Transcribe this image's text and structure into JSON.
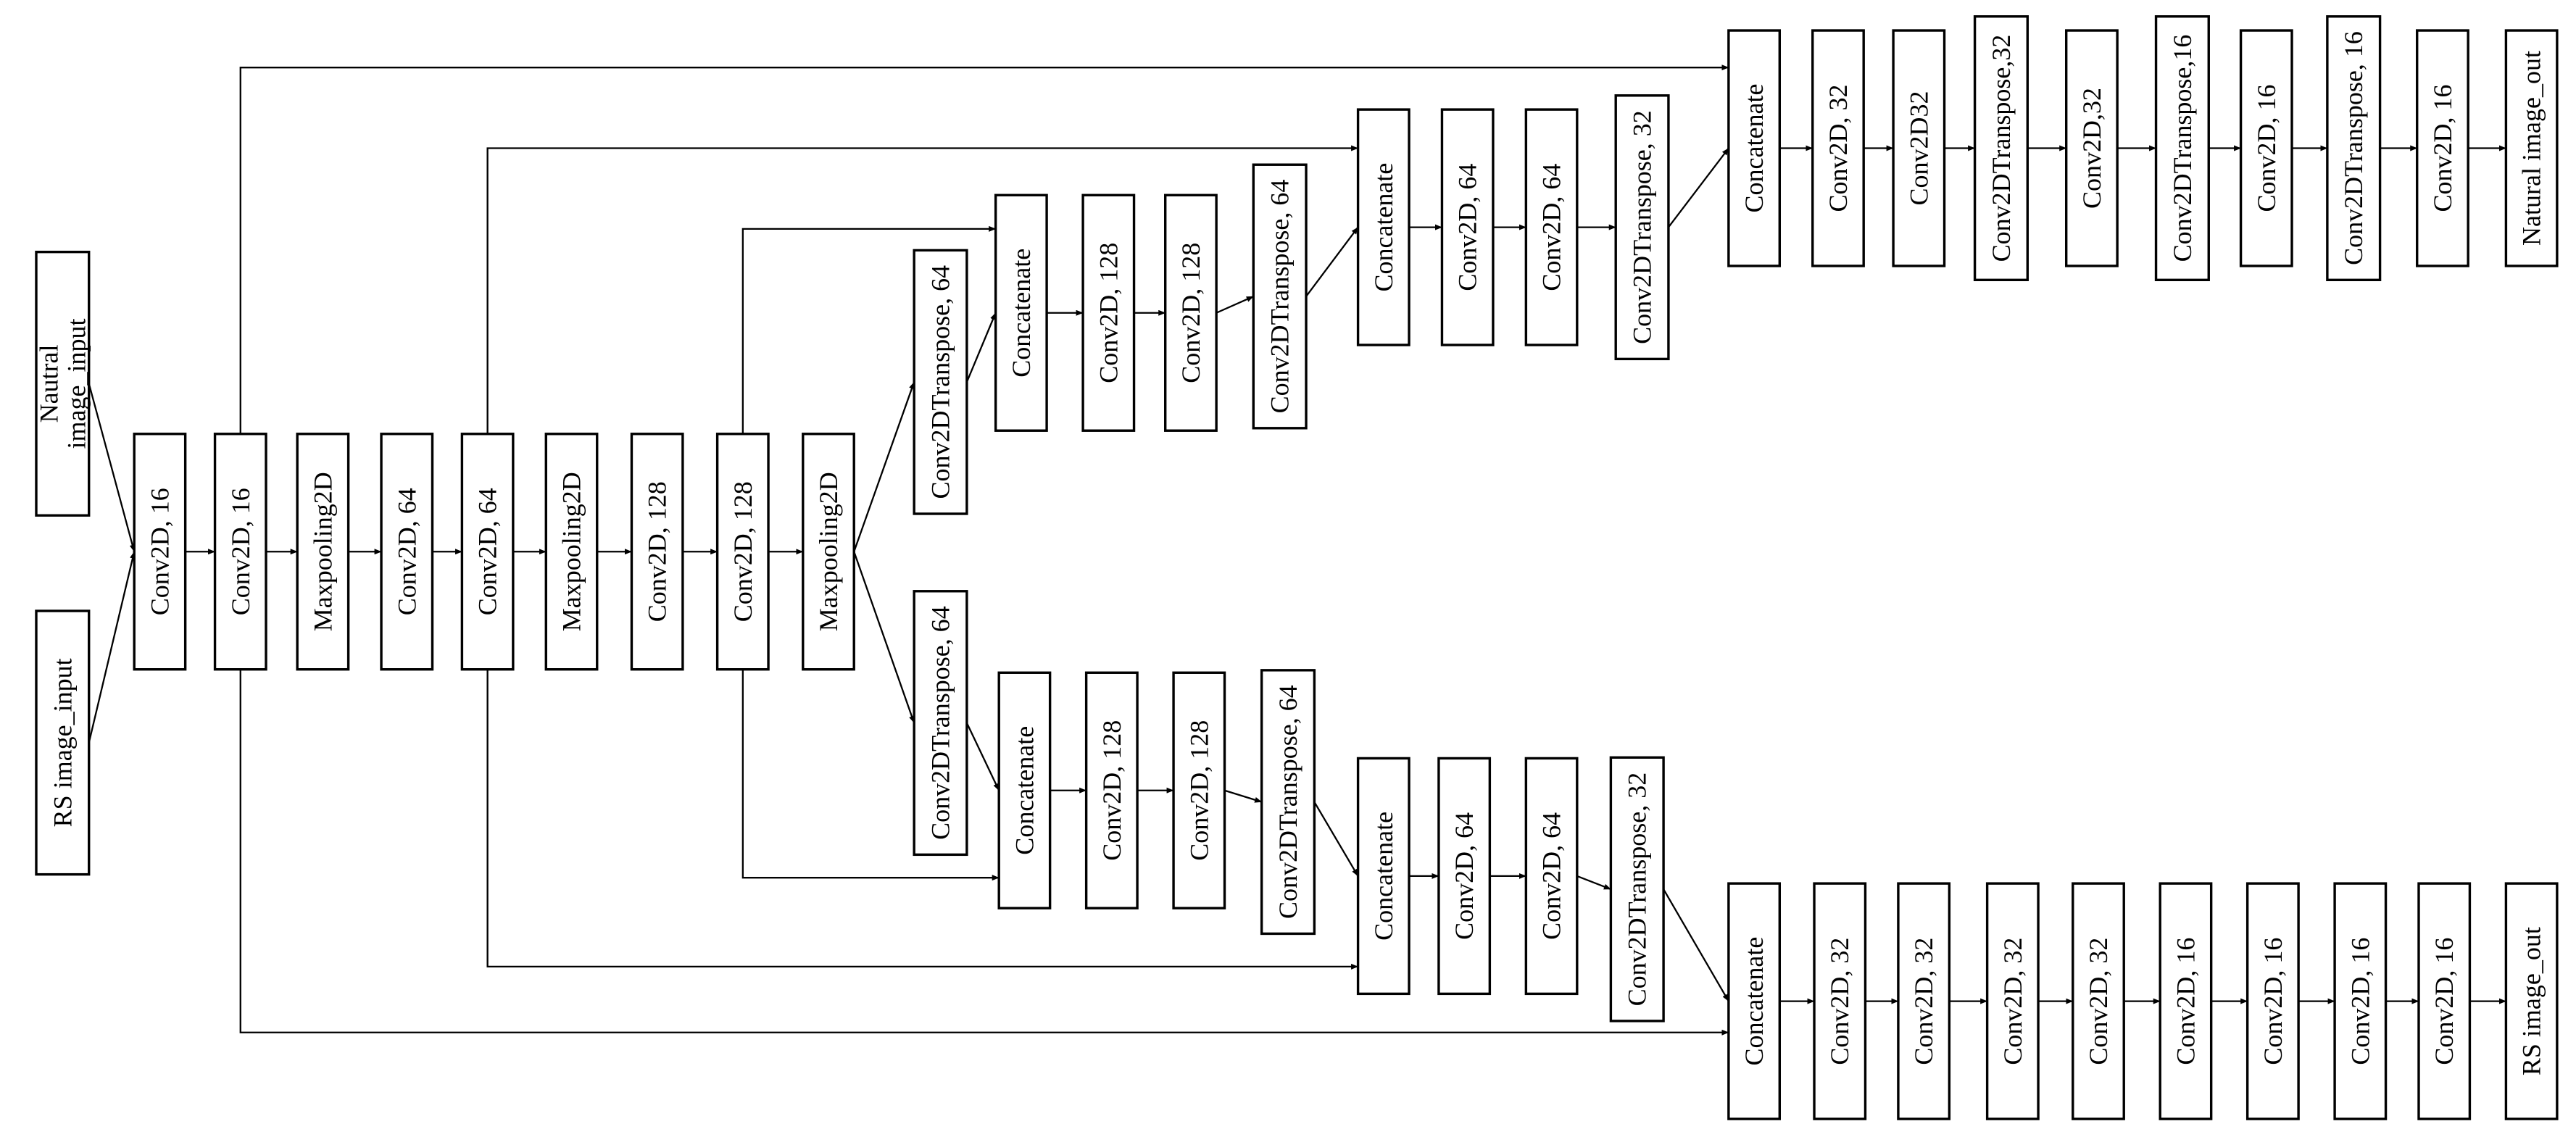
{
  "diagram": {
    "nodes": [
      {
        "id": "n_in_nat",
        "label": "Nautral\nimage_input"
      },
      {
        "id": "n_in_rs",
        "label": "RS image_input"
      },
      {
        "id": "e1",
        "label": "Conv2D, 16"
      },
      {
        "id": "e2",
        "label": "Conv2D, 16"
      },
      {
        "id": "e3",
        "label": "Maxpooling2D"
      },
      {
        "id": "e4",
        "label": "Conv2D, 64"
      },
      {
        "id": "e5",
        "label": "Conv2D, 64"
      },
      {
        "id": "e6",
        "label": "Maxpooling2D"
      },
      {
        "id": "e7",
        "label": "Conv2D, 128"
      },
      {
        "id": "e8",
        "label": "Conv2D, 128"
      },
      {
        "id": "e9",
        "label": "Maxpooling2D"
      },
      {
        "id": "u1",
        "label": "Conv2DTranspose, 64"
      },
      {
        "id": "u2",
        "label": "Concatenate"
      },
      {
        "id": "u3",
        "label": "Conv2D, 128"
      },
      {
        "id": "u4",
        "label": "Conv2D, 128"
      },
      {
        "id": "u5",
        "label": "Conv2DTranspose, 64"
      },
      {
        "id": "u6",
        "label": "Concatenate"
      },
      {
        "id": "u7",
        "label": "Conv2D, 64"
      },
      {
        "id": "u8",
        "label": "Conv2D, 64"
      },
      {
        "id": "u9",
        "label": "Conv2DTranspose,  32"
      },
      {
        "id": "u10",
        "label": "Concatenate"
      },
      {
        "id": "u11",
        "label": "Conv2D, 32"
      },
      {
        "id": "u12",
        "label": "Conv2D32"
      },
      {
        "id": "u13",
        "label": "Conv2DTranspose,32"
      },
      {
        "id": "u14",
        "label": "Conv2D,32"
      },
      {
        "id": "u15",
        "label": "Conv2DTranspose,16"
      },
      {
        "id": "u16",
        "label": "Conv2D, 16"
      },
      {
        "id": "u17",
        "label": "Conv2DTranspose, 16"
      },
      {
        "id": "u18",
        "label": "Conv2D, 16"
      },
      {
        "id": "u19",
        "label": "Natural image_out"
      },
      {
        "id": "l1",
        "label": "Conv2DTranspose, 64"
      },
      {
        "id": "l2",
        "label": "Concatenate"
      },
      {
        "id": "l3",
        "label": "Conv2D, 128"
      },
      {
        "id": "l4",
        "label": "Conv2D, 128"
      },
      {
        "id": "l5",
        "label": "Conv2DTranspose, 64"
      },
      {
        "id": "l6",
        "label": "Concatenate"
      },
      {
        "id": "l7",
        "label": "Conv2D, 64"
      },
      {
        "id": "l8",
        "label": "Conv2D, 64"
      },
      {
        "id": "l9",
        "label": "Conv2DTranspose, 32"
      },
      {
        "id": "l10",
        "label": "Concatenate"
      },
      {
        "id": "l11",
        "label": "Conv2D, 32"
      },
      {
        "id": "l12",
        "label": "Conv2D, 32"
      },
      {
        "id": "l13",
        "label": "Conv2D, 32"
      },
      {
        "id": "l14",
        "label": "Conv2D, 32"
      },
      {
        "id": "l15",
        "label": "Conv2D, 16"
      },
      {
        "id": "l16",
        "label": "Conv2D, 16"
      },
      {
        "id": "l17",
        "label": "Conv2D, 16"
      },
      {
        "id": "l18",
        "label": "Conv2D, 16"
      },
      {
        "id": "l19",
        "label": "RS image_out"
      }
    ],
    "edges": [
      {
        "from": "n_in_nat",
        "to": "e1"
      },
      {
        "from": "n_in_rs",
        "to": "e1"
      },
      {
        "from": "e1",
        "to": "e2"
      },
      {
        "from": "e2",
        "to": "e3"
      },
      {
        "from": "e3",
        "to": "e4"
      },
      {
        "from": "e4",
        "to": "e5"
      },
      {
        "from": "e5",
        "to": "e6"
      },
      {
        "from": "e6",
        "to": "e7"
      },
      {
        "from": "e7",
        "to": "e8"
      },
      {
        "from": "e8",
        "to": "e9"
      },
      {
        "from": "e9",
        "to": "u1"
      },
      {
        "from": "e9",
        "to": "l1"
      },
      {
        "from": "u1",
        "to": "u2"
      },
      {
        "from": "u2",
        "to": "u3"
      },
      {
        "from": "u3",
        "to": "u4"
      },
      {
        "from": "u4",
        "to": "u5"
      },
      {
        "from": "u5",
        "to": "u6"
      },
      {
        "from": "u6",
        "to": "u7"
      },
      {
        "from": "u7",
        "to": "u8"
      },
      {
        "from": "u8",
        "to": "u9"
      },
      {
        "from": "u9",
        "to": "u10"
      },
      {
        "from": "u10",
        "to": "u11"
      },
      {
        "from": "u11",
        "to": "u12"
      },
      {
        "from": "u12",
        "to": "u13"
      },
      {
        "from": "u13",
        "to": "u14"
      },
      {
        "from": "u14",
        "to": "u15"
      },
      {
        "from": "u15",
        "to": "u16"
      },
      {
        "from": "u16",
        "to": "u17"
      },
      {
        "from": "u17",
        "to": "u18"
      },
      {
        "from": "u18",
        "to": "u19"
      },
      {
        "from": "l1",
        "to": "l2"
      },
      {
        "from": "l2",
        "to": "l3"
      },
      {
        "from": "l3",
        "to": "l4"
      },
      {
        "from": "l4",
        "to": "l5"
      },
      {
        "from": "l5",
        "to": "l6"
      },
      {
        "from": "l6",
        "to": "l7"
      },
      {
        "from": "l7",
        "to": "l8"
      },
      {
        "from": "l8",
        "to": "l9"
      },
      {
        "from": "l9",
        "to": "l10"
      },
      {
        "from": "l10",
        "to": "l11"
      },
      {
        "from": "l11",
        "to": "l12"
      },
      {
        "from": "l12",
        "to": "l13"
      },
      {
        "from": "l13",
        "to": "l14"
      },
      {
        "from": "l14",
        "to": "l15"
      },
      {
        "from": "l15",
        "to": "l16"
      },
      {
        "from": "l16",
        "to": "l17"
      },
      {
        "from": "l17",
        "to": "l18"
      },
      {
        "from": "l18",
        "to": "l19"
      },
      {
        "from": "e2",
        "to": "u10"
      },
      {
        "from": "e5",
        "to": "u6"
      },
      {
        "from": "e8",
        "to": "u2"
      },
      {
        "from": "e8",
        "to": "l2"
      },
      {
        "from": "e5",
        "to": "l6"
      },
      {
        "from": "e2",
        "to": "l10"
      }
    ]
  }
}
